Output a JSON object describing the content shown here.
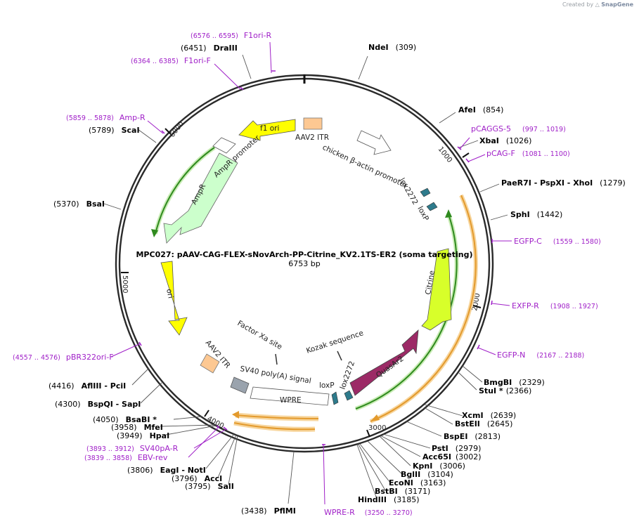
{
  "credit": {
    "prefix": "Created by",
    "brand": "SnapGene"
  },
  "title": "MPC027: pAAV-CAG-FLEX-sNovArch-PP-Citrine_KV2.1TS-ER2 (soma targeting)",
  "length": "6753 bp",
  "ticks": [
    "1000",
    "2000",
    "3000",
    "4000",
    "5000",
    "6000"
  ],
  "site_labels": [
    {
      "id": "ndei",
      "name": "NdeI",
      "pos": "(309)"
    },
    {
      "id": "afei",
      "name": "AfeI",
      "pos": "(854)"
    },
    {
      "id": "xbai",
      "name": "XbaI",
      "pos": "(1026)"
    },
    {
      "id": "paer7i",
      "name": "PaeR7I",
      "extra": [
        " - PspXI",
        " - XhoI"
      ],
      "pos": "(1279)"
    },
    {
      "id": "sphi",
      "name": "SphI",
      "pos": "(1442)"
    },
    {
      "id": "bmgbi",
      "name": "BmgBI",
      "pos": "(2329)"
    },
    {
      "id": "stui",
      "name": "StuI *",
      "pos": "(2366)"
    },
    {
      "id": "xcmi",
      "name": "XcmI",
      "pos": "(2639)"
    },
    {
      "id": "bsteii",
      "name": "BstEII",
      "pos": "(2645)"
    },
    {
      "id": "bspei",
      "name": "BspEI",
      "pos": "(2813)"
    },
    {
      "id": "psti",
      "name": "PstI",
      "pos": "(2979)"
    },
    {
      "id": "acc65i",
      "name": "Acc65I",
      "pos": "(3002)"
    },
    {
      "id": "kpni",
      "name": "KpnI",
      "pos": "(3006)"
    },
    {
      "id": "bglii",
      "name": "BglII",
      "pos": "(3104)"
    },
    {
      "id": "econi",
      "name": "EcoNI",
      "pos": "(3163)"
    },
    {
      "id": "bstbi",
      "name": "BstBI",
      "pos": "(3171)"
    },
    {
      "id": "hindiii",
      "name": "HindIII",
      "pos": "(3185)"
    },
    {
      "id": "pflmi",
      "name": "PflMI",
      "pos": "(3438)",
      "left": true
    },
    {
      "id": "sali",
      "name": "SalI",
      "pos": "(3795)",
      "left": true
    },
    {
      "id": "acci",
      "name": "AccI",
      "pos": "(3796)",
      "left": true
    },
    {
      "id": "eagi",
      "name": "EagI",
      "extra": [
        " - NotI"
      ],
      "pos": "(3806)",
      "left": true
    },
    {
      "id": "hpai",
      "name": "HpaI",
      "pos": "(3949)",
      "left": true
    },
    {
      "id": "mfei",
      "name": "MfeI",
      "pos": "(3958)",
      "left": true
    },
    {
      "id": "bsabi",
      "name": "BsaBI *",
      "pos": "(4050)",
      "left": true
    },
    {
      "id": "bspqi",
      "name": "BspQI",
      "extra": [
        " - SapI"
      ],
      "pos": "(4300)",
      "left": true
    },
    {
      "id": "afliii",
      "name": "AflIII",
      "extra": [
        " - PciI"
      ],
      "pos": "(4416)",
      "left": true
    },
    {
      "id": "bsai",
      "name": "BsaI",
      "pos": "(5370)",
      "left": true
    },
    {
      "id": "scai",
      "name": "ScaI",
      "pos": "(5789)",
      "left": true
    },
    {
      "id": "draiii",
      "name": "DraIII",
      "pos": "(6451)",
      "left": true
    }
  ],
  "primer_labels": [
    {
      "id": "f1ori-r",
      "name": "F1ori-R",
      "range": "(6576 .. 6595)"
    },
    {
      "id": "f1ori-f",
      "name": "F1ori-F",
      "range": "(6364 .. 6385)"
    },
    {
      "id": "amp-r",
      "name": "Amp-R",
      "range": "(5859 .. 5878)"
    },
    {
      "id": "pcaggs-5",
      "name": "pCAGGS-5",
      "range": "(997 .. 1019)"
    },
    {
      "id": "pcag-f",
      "name": "pCAG-F",
      "range": "(1081 .. 1100)"
    },
    {
      "id": "egfp-c",
      "name": "EGFP-C",
      "range": "(1559 .. 1580)"
    },
    {
      "id": "exfp-r",
      "name": "EXFP-R",
      "range": "(1908 .. 1927)"
    },
    {
      "id": "egfp-n",
      "name": "EGFP-N",
      "range": "(2167 .. 2188)"
    },
    {
      "id": "wpre-r",
      "name": "WPRE-R",
      "range": "(3250 .. 3270)"
    },
    {
      "id": "sv40pa-r",
      "name": "SV40pA-R",
      "range": "(3893 .. 3912)"
    },
    {
      "id": "ebv-rev",
      "name": "EBV-rev",
      "range": "(3839 .. 3858)"
    },
    {
      "id": "pbr322ori-f",
      "name": "pBR322ori-F",
      "range": "(4557 .. 4576)"
    }
  ],
  "features": {
    "f1_ori": "f1 ori",
    "aav2_itr_top": "AAV2 ITR",
    "cba_promoter": "chicken β-actin promoter",
    "lox2272_top": "lox2272",
    "loxp_top": "loxP",
    "citrine": "Citrine",
    "quasar2": "QuasAr2",
    "lox2272_bottom": "lox2272",
    "loxp_bottom": "loxP",
    "kozak": "Kozak sequence",
    "wpre": "WPRE",
    "sv40_polya": "SV40 poly(A) signal",
    "aav2_itr_bottom": "AAV2 ITR",
    "factor_xa": "Factor Xa site",
    "ori": "ori",
    "ampr": "AmpR",
    "ampr_promoter": "AmpR promoter"
  },
  "colors": {
    "backbone": "#2b2b2b",
    "primer": "#a020c8",
    "f1_ori": "#ffff00",
    "ori": "#ffff00",
    "itr": "#fdc892",
    "promoter": "#ffffff",
    "ampr": "#ccffcc",
    "lox": "#2e7b8c",
    "citrine": "#d8ff2a",
    "quasar2": "#9c2a66",
    "green_track": "#3c9a2a",
    "orange_track": "#e9a030",
    "polya": "#9aa3ad"
  }
}
